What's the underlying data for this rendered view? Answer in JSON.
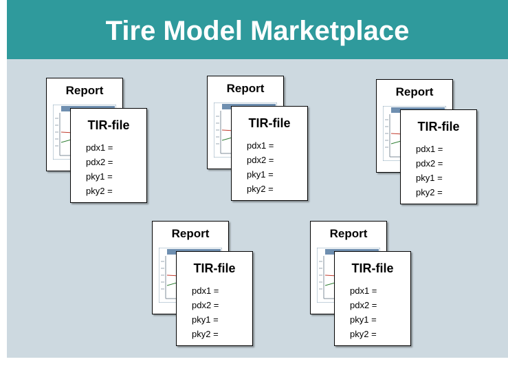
{
  "title": "Tire Model Marketplace",
  "colors": {
    "header": "#2f9a9c",
    "content_bg": "#cdd9e0",
    "card": "#ffffff"
  },
  "report_label": "Report",
  "tir_label": "TIR-file",
  "params": [
    "pdx1 =",
    "pdx2 =",
    "pky1 =",
    "pky2 ="
  ],
  "bundle_count": 5,
  "report_thumbnail_icon": "chart-thumbnail-icon"
}
